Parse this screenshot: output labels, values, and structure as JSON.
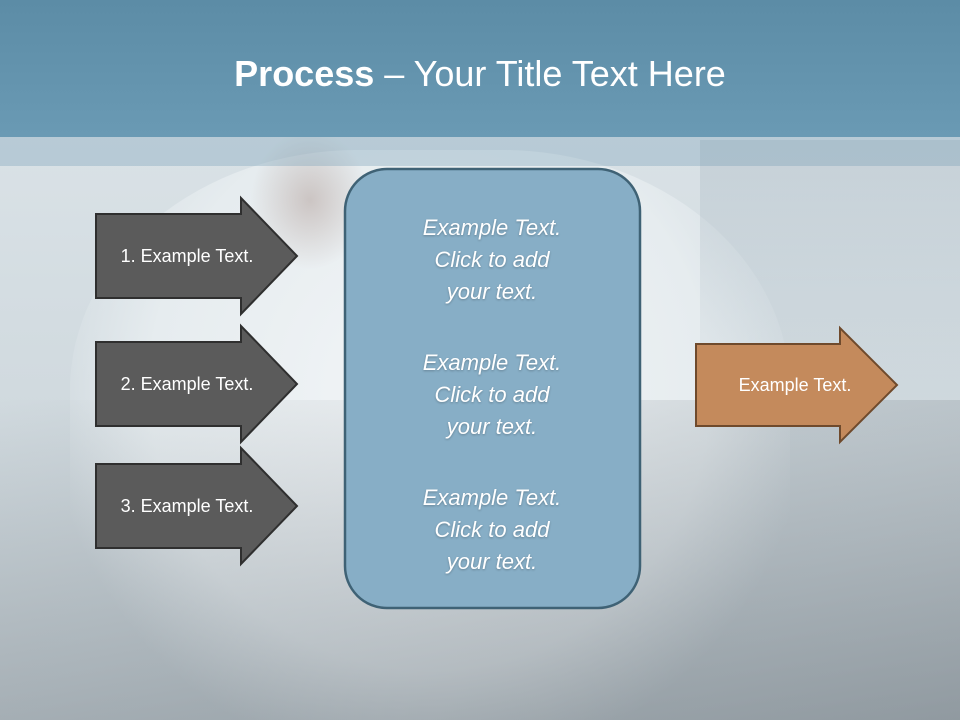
{
  "slide": {
    "title_bold": "Process",
    "title_rest": " – Your Title Text Here"
  },
  "left_arrows": [
    {
      "label": "1. Example Text."
    },
    {
      "label": "2. Example Text."
    },
    {
      "label": "3. Example Text."
    }
  ],
  "center_box": {
    "blocks": [
      {
        "line1": "Example Text.",
        "line2": "Click  to add",
        "line3": "your text."
      },
      {
        "line1": "Example Text.",
        "line2": "Click  to add",
        "line3": "your text."
      },
      {
        "line1": "Example Text.",
        "line2": "Click  to add",
        "line3": "your text."
      }
    ]
  },
  "right_arrow": {
    "label": "Example Text."
  },
  "colors": {
    "title_bar": "#6494ae",
    "left_arrow_fill": "#5b5b5b",
    "center_box_fill": "#87aec6",
    "right_arrow_fill": "#c48a5c"
  }
}
